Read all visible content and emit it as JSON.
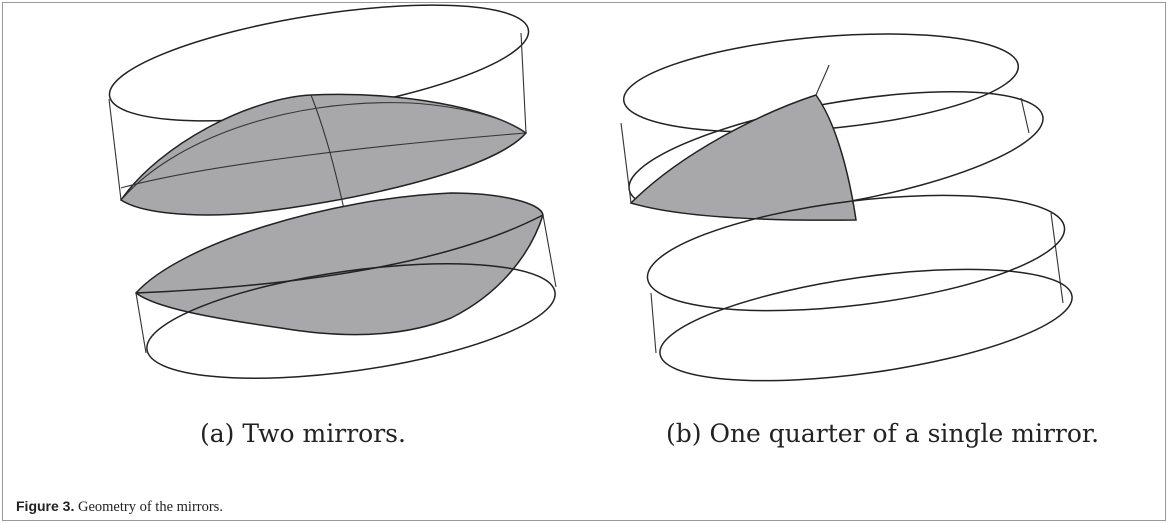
{
  "figure": {
    "number_label": "Figure 3.",
    "caption_text": "Geometry of the mirrors.",
    "subfigures": [
      {
        "label": "(a) Two mirrors."
      },
      {
        "label": "(b) One quarter of a single mirror."
      }
    ]
  },
  "colors": {
    "mirror_fill": "#a8a8ab",
    "outline": "#222222",
    "frame_border": "#9a9a9a"
  }
}
